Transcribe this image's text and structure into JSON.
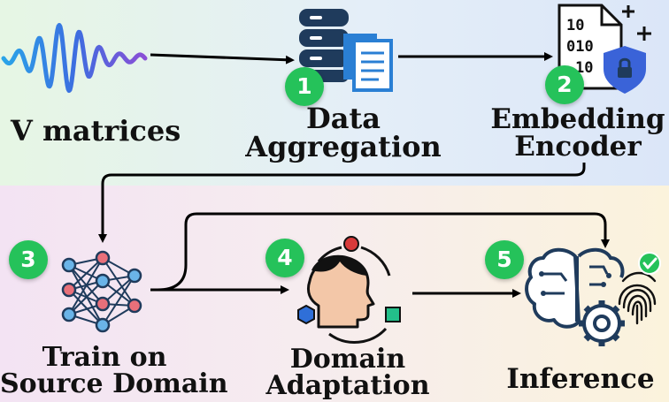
{
  "steps": [
    {
      "number": "1",
      "line1": "Data",
      "line2": "Aggregation"
    },
    {
      "number": "2",
      "line1": "Embedding",
      "line2": "Encoder"
    },
    {
      "number": "3",
      "line1": "Train on",
      "line2": "Source Domain"
    },
    {
      "number": "4",
      "line1": "Domain",
      "line2": "Adaptation"
    },
    {
      "number": "5",
      "line1": "Inference"
    }
  ],
  "input": {
    "label": "V matrices"
  },
  "colors": {
    "badge": "#25c25a",
    "icon_dark": "#1f3b5c",
    "icon_blue": "#2a7fd4",
    "arrow": "#000000",
    "check": "#25c25a"
  },
  "icons": [
    "waveform-icon",
    "database-icon",
    "documents-icon",
    "binary-file-icon",
    "shield-lock-icon",
    "neural-network-icon",
    "head-profile-icon",
    "brain-circuit-icon",
    "fingerprint-icon",
    "checkmark-icon"
  ],
  "binary_file_text": [
    "10",
    "010",
    "10"
  ]
}
